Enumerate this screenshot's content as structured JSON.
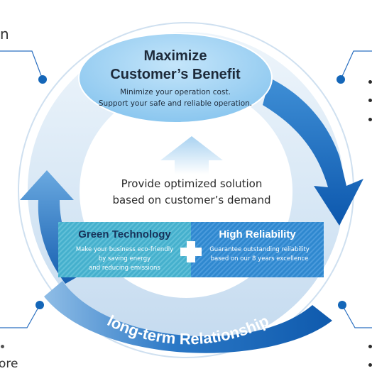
{
  "top_ellipse": {
    "title_line1": "Maximize",
    "title_line2": "Customer’s Benefit",
    "sub_line1": "Minimize your operation cost.",
    "sub_line2": "Support your safe and reliable operation."
  },
  "center": {
    "line1": "Provide optimized solution",
    "line2": "based on customer’s demand"
  },
  "green_box": {
    "title": "Green Technology",
    "line1": "Make your business eco-friendly",
    "line2": "by saving energy",
    "line3": "and reducing emissions"
  },
  "blue_box": {
    "title": "High Reliability",
    "line1": "Guarantee outstanding reliability",
    "line2": "based on our 8 years excellence"
  },
  "ring_label": "long-term Relationship",
  "edge_text": {
    "top_left": "n",
    "bottom_left": "ore"
  },
  "colors": {
    "ring_dark": "#1565b5",
    "ring_light": "#dbe9f6",
    "ellipse": "#9fd0f2",
    "green_box": "#3aa8c9",
    "blue_box": "#2a86cf",
    "dot": "#1466b8",
    "plus": "#ffffff"
  }
}
